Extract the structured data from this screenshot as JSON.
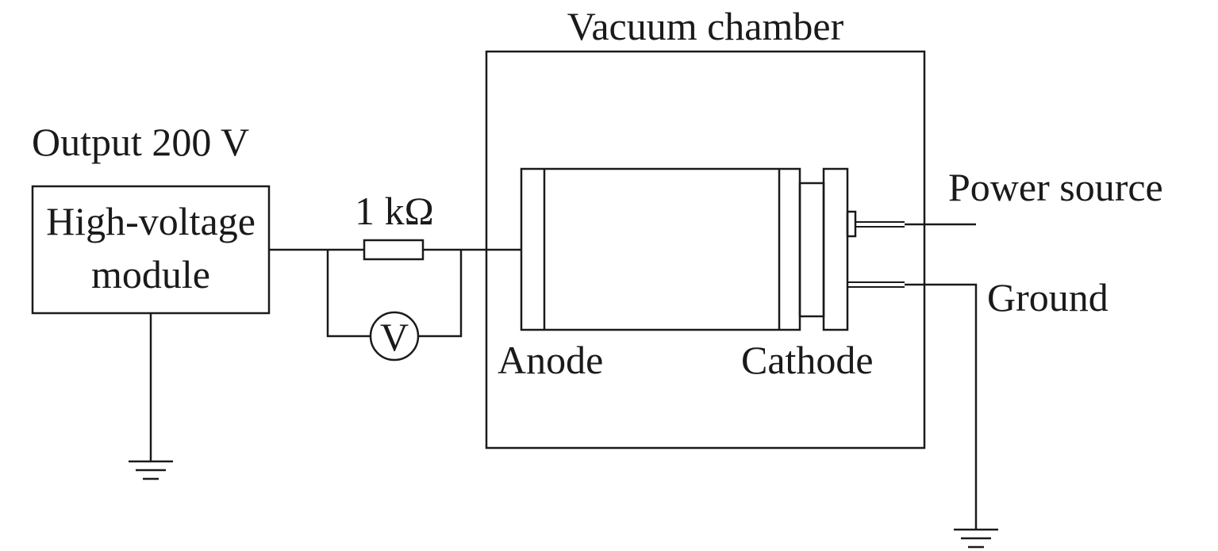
{
  "labels": {
    "vacuum_chamber": "Vacuum chamber",
    "output_voltage": "Output 200 V",
    "hv_module_line1": "High-voltage",
    "hv_module_line2": "module",
    "resistor": "1 kΩ",
    "voltmeter": "V",
    "anode": "Anode",
    "cathode": "Cathode",
    "power_source": "Power source",
    "ground": "Ground"
  },
  "colors": {
    "line": "#1a1a1a",
    "background": "#ffffff"
  }
}
